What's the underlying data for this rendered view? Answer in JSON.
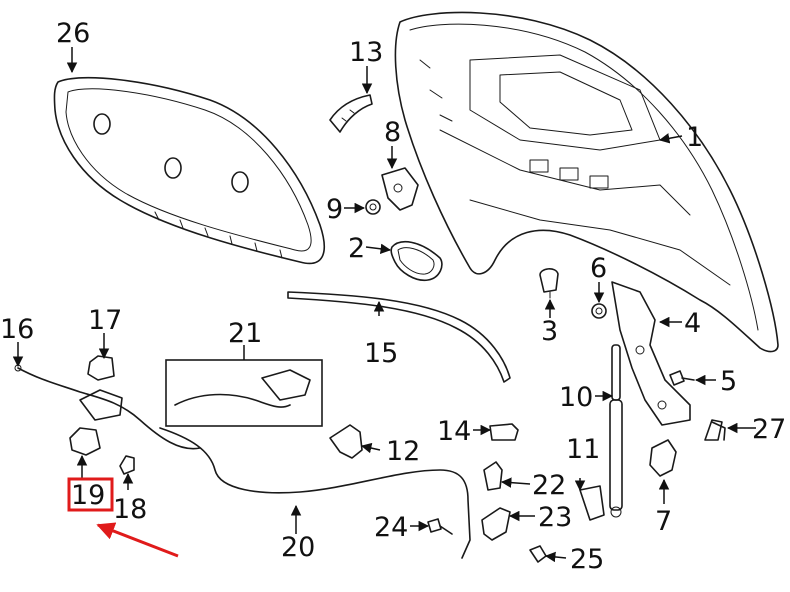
{
  "diagram": {
    "callouts": [
      {
        "id": "c1",
        "text": "1"
      },
      {
        "id": "c2",
        "text": "2"
      },
      {
        "id": "c3",
        "text": "3"
      },
      {
        "id": "c4",
        "text": "4"
      },
      {
        "id": "c5",
        "text": "5"
      },
      {
        "id": "c6",
        "text": "6"
      },
      {
        "id": "c7",
        "text": "7"
      },
      {
        "id": "c8",
        "text": "8"
      },
      {
        "id": "c9",
        "text": "9"
      },
      {
        "id": "c10",
        "text": "10"
      },
      {
        "id": "c11",
        "text": "11"
      },
      {
        "id": "c12",
        "text": "12"
      },
      {
        "id": "c13",
        "text": "13"
      },
      {
        "id": "c14",
        "text": "14"
      },
      {
        "id": "c15",
        "text": "15"
      },
      {
        "id": "c16",
        "text": "16"
      },
      {
        "id": "c17",
        "text": "17"
      },
      {
        "id": "c18",
        "text": "18"
      },
      {
        "id": "c19",
        "text": "19"
      },
      {
        "id": "c20",
        "text": "20"
      },
      {
        "id": "c21",
        "text": "21"
      },
      {
        "id": "c22",
        "text": "22"
      },
      {
        "id": "c23",
        "text": "23"
      },
      {
        "id": "c24",
        "text": "24"
      },
      {
        "id": "c25",
        "text": "25"
      },
      {
        "id": "c26",
        "text": "26"
      },
      {
        "id": "c27",
        "text": "27"
      }
    ],
    "highlight": {
      "callout": "19",
      "box_color": "#e01b1b",
      "arrow_color": "#e01b1b"
    }
  }
}
